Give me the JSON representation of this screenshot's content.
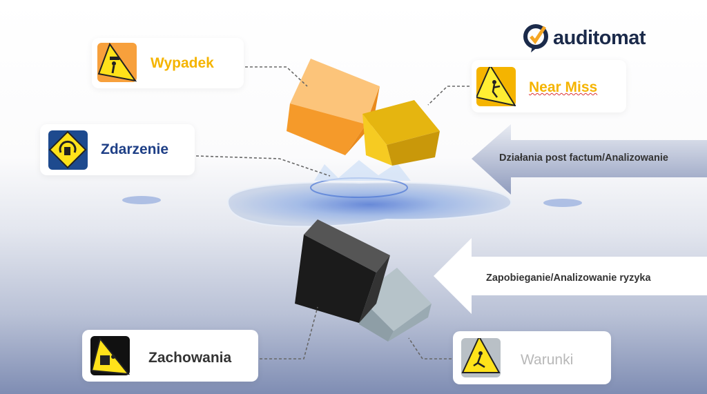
{
  "logo": {
    "text": "auditomat"
  },
  "cards": {
    "wypadek": {
      "label": "Wypadek",
      "icon": "falling-object-warning-icon",
      "color": "#f5b400"
    },
    "zdarzenie": {
      "label": "Zdarzenie",
      "icon": "vehicle-rollover-sign-icon",
      "color": "#1e3f86"
    },
    "near_miss": {
      "label": "Near Miss",
      "icon": "slip-warning-icon",
      "color": "#f5b400"
    },
    "zachowania": {
      "label": "Zachowania",
      "icon": "crushing-hazard-icon",
      "color": "#333333"
    },
    "warunki": {
      "label": "Warunki",
      "icon": "slip-fall-warning-icon",
      "color": "#b8b8b8"
    }
  },
  "arrows": {
    "post_factum": "Działania post factum/Analizowanie",
    "prevention": "Zapobieganie/Analizowanie ryzyka"
  }
}
